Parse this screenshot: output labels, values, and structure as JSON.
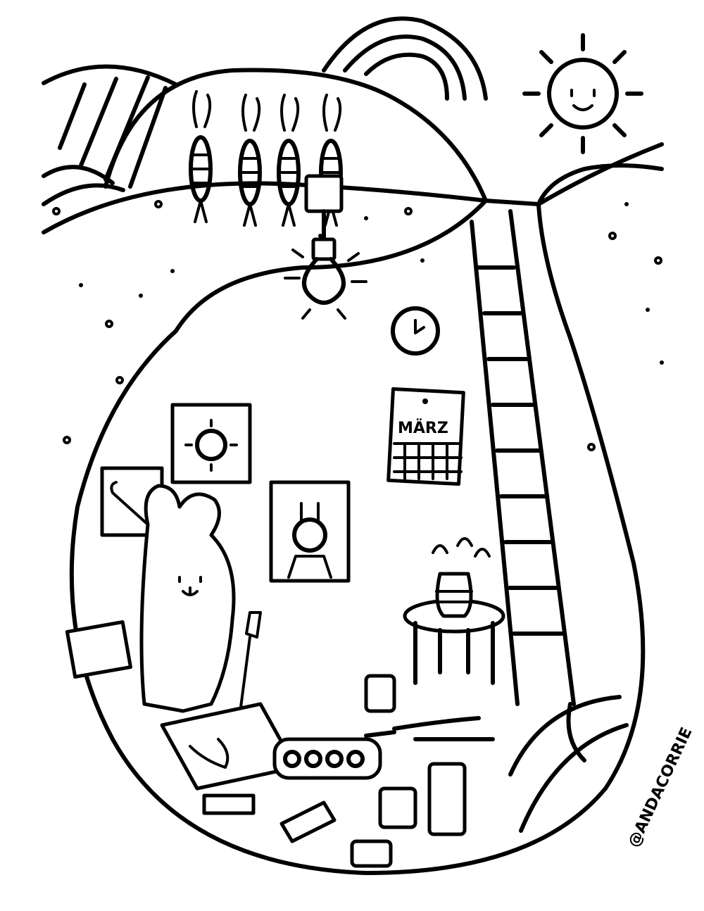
{
  "illustration": {
    "title": "Bunny drawing in underground burrow coloring page",
    "calendar_label": "MÄRZ",
    "signature": "@ANDACORRIE",
    "colors": {
      "line": "#000000",
      "background": "#ffffff"
    }
  }
}
